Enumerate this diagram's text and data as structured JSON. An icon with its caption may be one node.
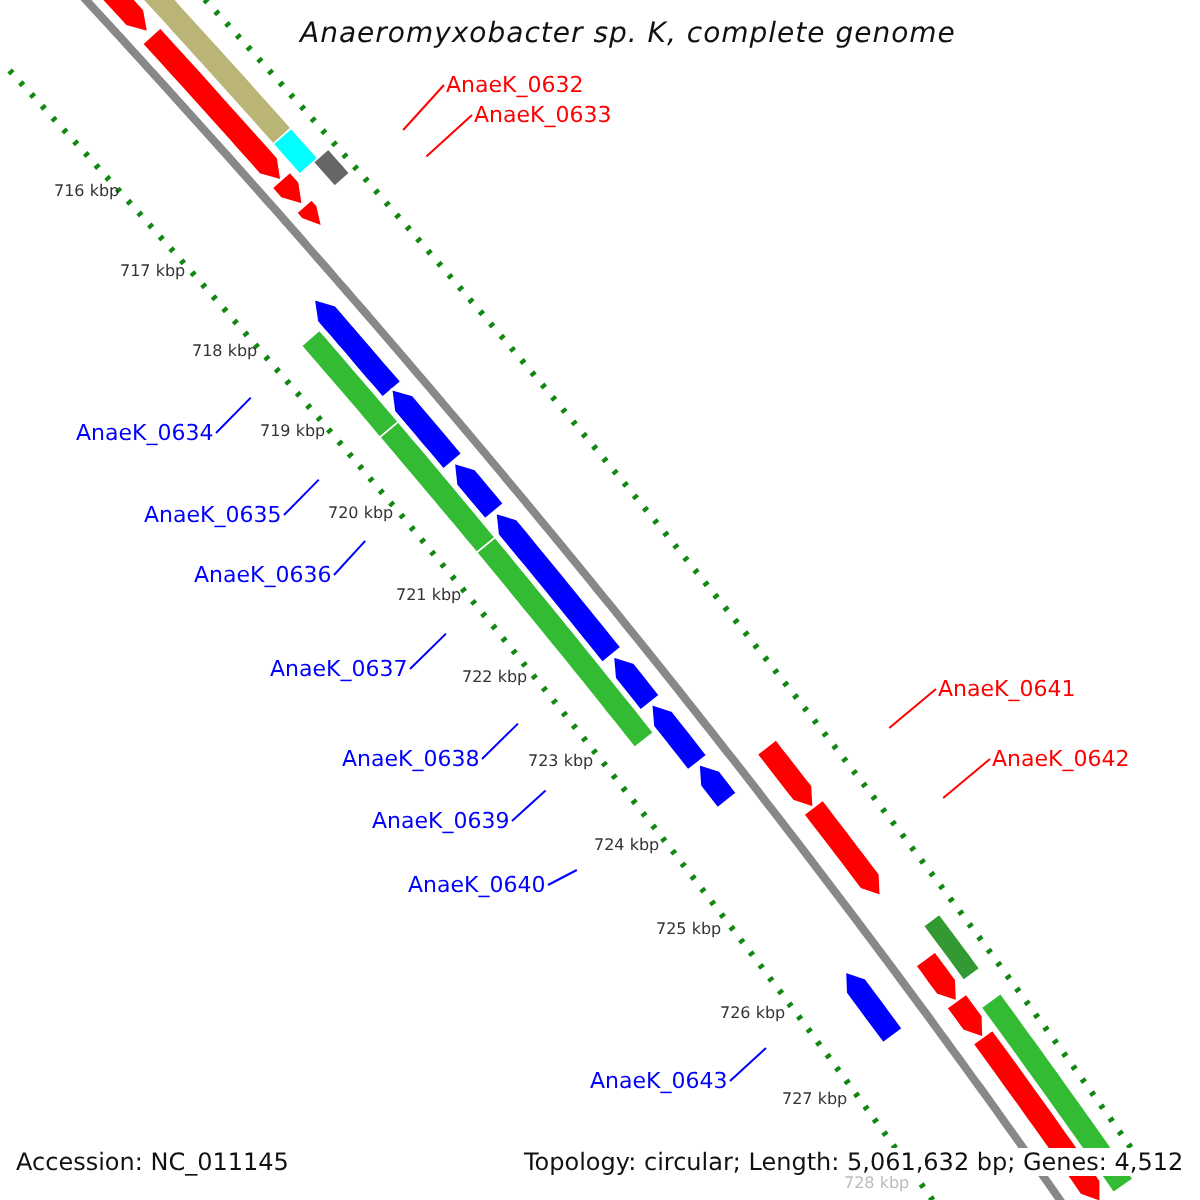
{
  "diagram": {
    "title": "Anaeromyxobacter sp. K, complete genome",
    "nodes": [
      {
        "text": [
          "AnaeK_0632"
        ]
      },
      {
        "text": [
          "AnaeK_0633"
        ]
      },
      {
        "text": [
          "AnaeK_0634"
        ]
      },
      {
        "text": [
          "AnaeK_0635"
        ]
      },
      {
        "text": [
          "AnaeK_0636"
        ]
      },
      {
        "text": [
          "AnaeK_0637"
        ]
      },
      {
        "text": [
          "AnaeK_0638"
        ]
      },
      {
        "text": [
          "AnaeK_0639"
        ]
      },
      {
        "text": [
          "AnaeK_0640"
        ]
      },
      {
        "text": [
          "AnaeK_0641"
        ]
      },
      {
        "text": [
          "AnaeK_0642"
        ]
      },
      {
        "text": [
          "AnaeK_0643"
        ]
      }
    ],
    "edges": [
      {
        "from": 0,
        "to": null,
        "arrow": "none",
        "color": "#ff0000"
      },
      {
        "from": 1,
        "to": null,
        "arrow": "none",
        "color": "#ff0000"
      },
      {
        "from": 2,
        "to": null,
        "arrow": "none"
      },
      {
        "from": 3,
        "to": null,
        "arrow": "none"
      },
      {
        "from": 4,
        "to": null,
        "arrow": "none"
      },
      {
        "from": 5,
        "to": null,
        "arrow": "none"
      },
      {
        "from": 6,
        "to": null,
        "arrow": "none"
      },
      {
        "from": 7,
        "to": null,
        "arrow": "none"
      },
      {
        "from": 8,
        "to": null,
        "arrow": "none"
      },
      {
        "from": 9,
        "to": null,
        "arrow": "none",
        "color": "#ff0000"
      },
      {
        "from": 10,
        "to": null,
        "arrow": "none",
        "color": "#ff0000"
      },
      {
        "from": 11,
        "to": null,
        "arrow": "none"
      }
    ],
    "labels": [
      "716 kbp",
      "717 kbp",
      "718 kbp",
      "719 kbp",
      "720 kbp",
      "721 kbp",
      "722 kbp",
      "723 kbp",
      "724 kbp",
      "725 kbp",
      "726 kbp",
      "727 kbp",
      "728 kbp",
      "Accession: NC_011145",
      "Topology: circular; Length: 5,061,632 bp; Genes: 4,512"
    ]
  }
}
